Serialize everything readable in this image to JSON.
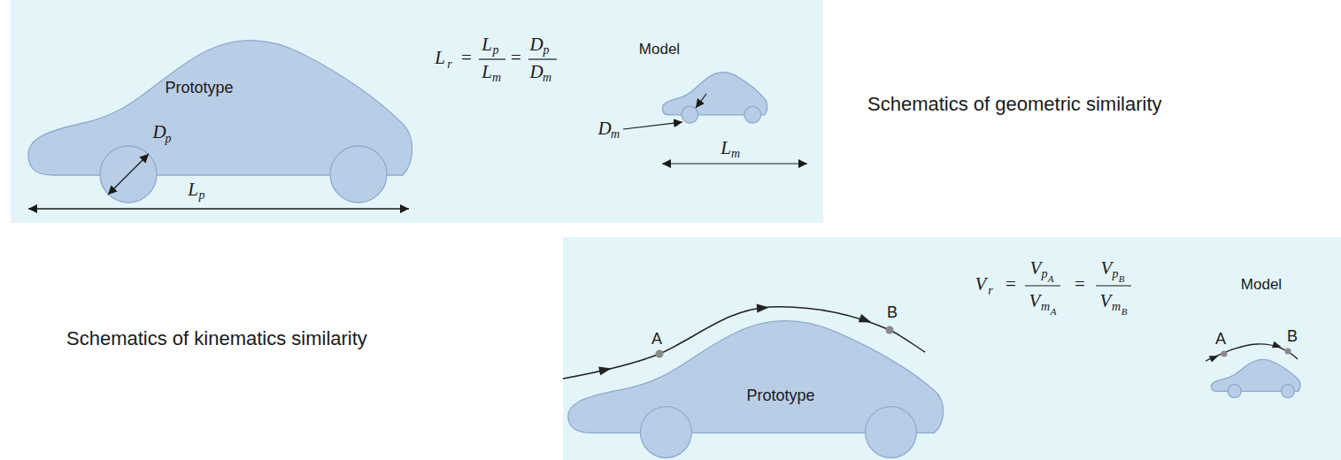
{
  "diagram": {
    "nodes": [
      {
        "text": [
          "Prototype"
        ]
      },
      {
        "text": [
          "Model"
        ]
      },
      {
        "text": [
          "Prototype"
        ]
      },
      {
        "text": [
          "Model"
        ]
      }
    ],
    "labels": [
      "D",
      "p",
      "L",
      "p",
      "L",
      "r",
      "=",
      "L",
      "p",
      "L",
      "m",
      "=",
      "D",
      "p",
      "D",
      "m",
      "D",
      "m",
      "L",
      "m",
      "Schematics of geometric similarity",
      "Schematics of kinematics similarity",
      "A",
      "B",
      "V",
      "r",
      "=",
      "V",
      "p",
      "A",
      "V",
      "m",
      "A",
      "=",
      "V",
      "p",
      "B",
      "V",
      "m",
      "B",
      "A",
      "B"
    ]
  }
}
